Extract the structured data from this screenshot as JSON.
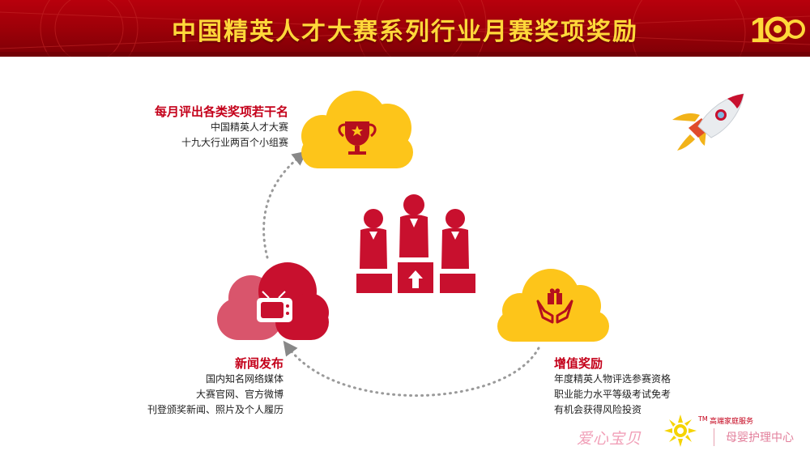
{
  "header": {
    "title": "中国精英人才大赛系列行业月赛奖项奖励",
    "logo_text": "100"
  },
  "blocks": {
    "monthly": {
      "title": "每月评出各类奖项若干名",
      "lines": [
        "中国精英人才大赛",
        "十九大行业两百个小组赛"
      ]
    },
    "news": {
      "title": "新闻发布",
      "lines": [
        "国内知名网络媒体",
        "大赛官网、官方微博",
        "刊登颁奖新闻、照片及个人履历"
      ]
    },
    "value": {
      "title": "增值奖励",
      "lines": [
        "年度精英人物评选参赛资格",
        "职业能力水平等级考试免考",
        "有机会获得风险投资"
      ]
    }
  },
  "footer": {
    "brand_name": "爱心宝贝",
    "tm": "TM",
    "service": "高端家庭服务",
    "center": "母婴护理中心"
  },
  "colors": {
    "header_red": "#a50009",
    "title_gold": "#ffd83a",
    "cloud_yellow": "#fdc51a",
    "cloud_red": "#c8102e",
    "cloud_pink": "#d9556c",
    "people_red": "#c8102e",
    "text_red": "#c4001a"
  },
  "icons": [
    "trophy-icon",
    "tv-icon",
    "gift-hands-icon",
    "podium-people-icon",
    "rocket-icon",
    "sun-logo-icon"
  ]
}
